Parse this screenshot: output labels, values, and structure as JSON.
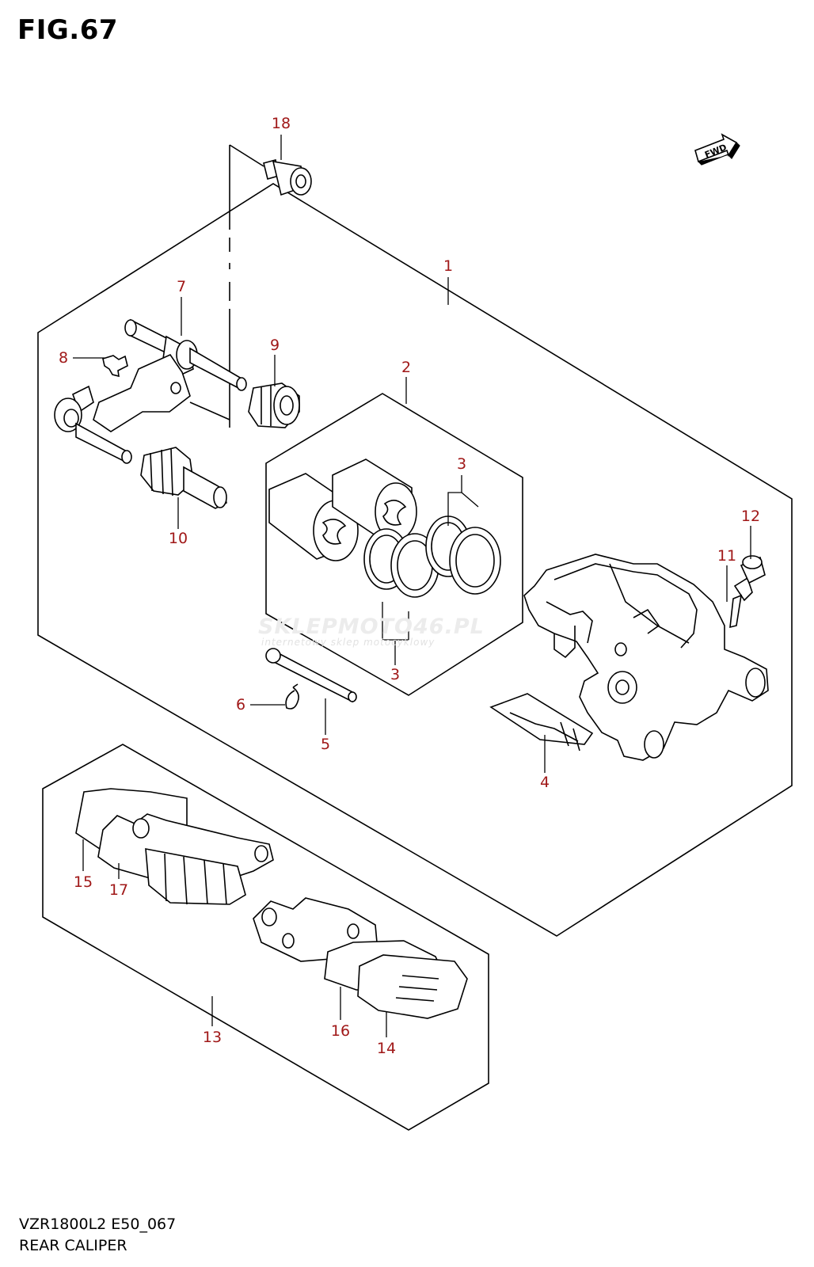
{
  "figure": {
    "title": "FIG.67"
  },
  "fwd_label": "FWD",
  "watermark": {
    "main": "SKLEPMOTO46.PL",
    "sub": "internetowy sklep motocyklowy"
  },
  "callouts": {
    "c1": "1",
    "c2": "2",
    "c3a": "3",
    "c3b": "3",
    "c4": "4",
    "c5": "5",
    "c6": "6",
    "c7": "7",
    "c8": "8",
    "c9": "9",
    "c10": "10",
    "c11": "11",
    "c12": "12",
    "c13": "13",
    "c14": "14",
    "c15": "15",
    "c16": "16",
    "c17": "17",
    "c18": "18"
  },
  "footer": {
    "model_code": "VZR1800L2 E50_067",
    "caption": "REAR CALIPER"
  },
  "colors": {
    "callout": "#a01818",
    "line": "#000000",
    "watermark": "#ececec"
  }
}
